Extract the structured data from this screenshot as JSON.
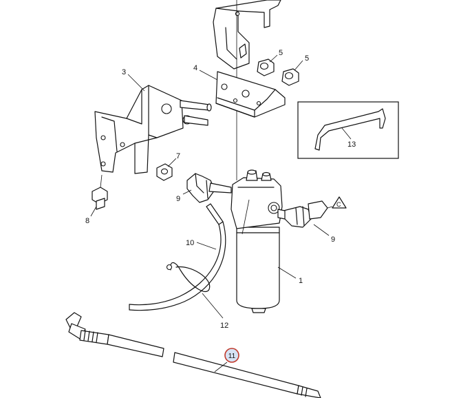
{
  "callouts": {
    "c1": "1",
    "c3": "3",
    "c4": "4",
    "c5a": "5",
    "c5b": "5",
    "c7": "7",
    "c8": "8",
    "c9a": "9",
    "c9b": "9",
    "c10": "10",
    "c11": "11",
    "c12": "12",
    "c13": "13",
    "marker_c": "C"
  },
  "highlight": {
    "part": "11",
    "ring_color": "#c0392b",
    "fill_color": "#d6e2f3"
  }
}
